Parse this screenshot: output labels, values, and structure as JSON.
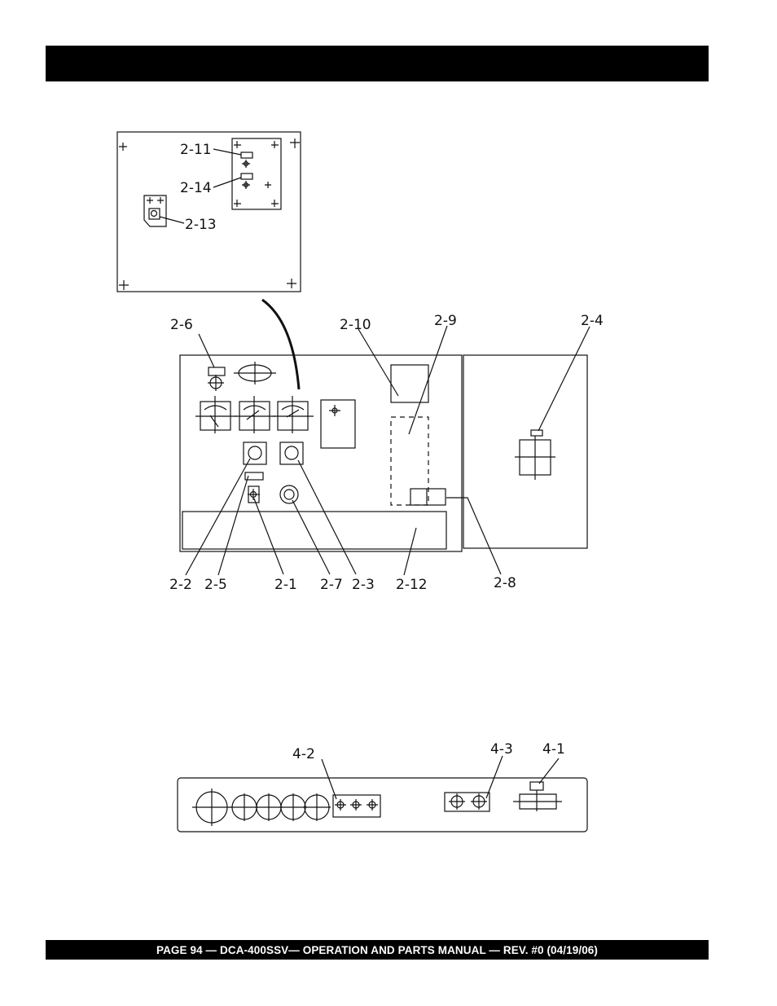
{
  "footer": {
    "text": "PAGE 94 — DCA-400SSV— OPERATION AND PARTS MANUAL — REV. #0 (04/19/06)"
  },
  "callouts": {
    "c2_11": "2-11",
    "c2_14": "2-14",
    "c2_13": "2-13",
    "c2_6": "2-6",
    "c2_10": "2-10",
    "c2_9": "2-9",
    "c2_4": "2-4",
    "c2_2": "2-2",
    "c2_5": "2-5",
    "c2_1": "2-1",
    "c2_7": "2-7",
    "c2_3": "2-3",
    "c2_12": "2-12",
    "c2_8": "2-8",
    "c4_2": "4-2",
    "c4_3": "4-3",
    "c4_1": "4-1"
  }
}
